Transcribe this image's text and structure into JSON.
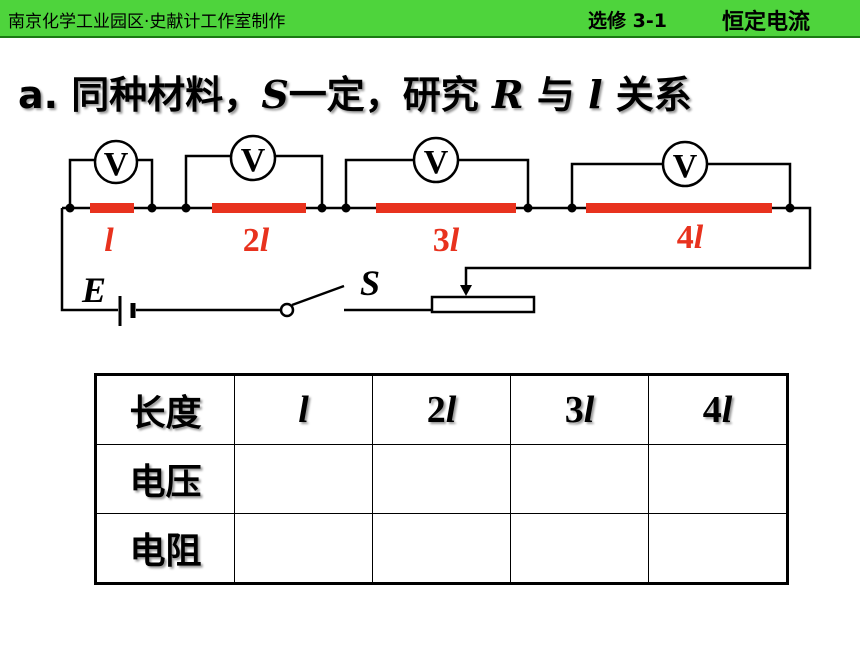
{
  "header": {
    "left_text": "南京化学工业园区·史献计工作室制作",
    "course": "选修 3-1",
    "topic": "恒定电流"
  },
  "title": {
    "part1": "a. 同种材料，",
    "var_S": "S",
    "part2": "一定，研究 ",
    "var_R": "R",
    "part3": " 与 ",
    "var_l": "l",
    "part4": " 关系"
  },
  "circuit": {
    "voltmeter_label": "V",
    "segments": [
      {
        "coef": "",
        "var": "l"
      },
      {
        "coef": "2",
        "var": "l"
      },
      {
        "coef": "3",
        "var": "l"
      },
      {
        "coef": "4",
        "var": "l"
      }
    ],
    "battery_label": "E",
    "switch_label": "S",
    "colors": {
      "wire": "#000000",
      "resistor": "#e8321e",
      "label": "#e8321e"
    }
  },
  "table": {
    "rows": [
      {
        "header": "长度",
        "cells": [
          {
            "coef": "",
            "var": "l"
          },
          {
            "coef": "2",
            "var": "l"
          },
          {
            "coef": "3",
            "var": "l"
          },
          {
            "coef": "4",
            "var": "l"
          }
        ]
      },
      {
        "header": "电压",
        "cells": []
      },
      {
        "header": "电阻",
        "cells": []
      }
    ]
  }
}
